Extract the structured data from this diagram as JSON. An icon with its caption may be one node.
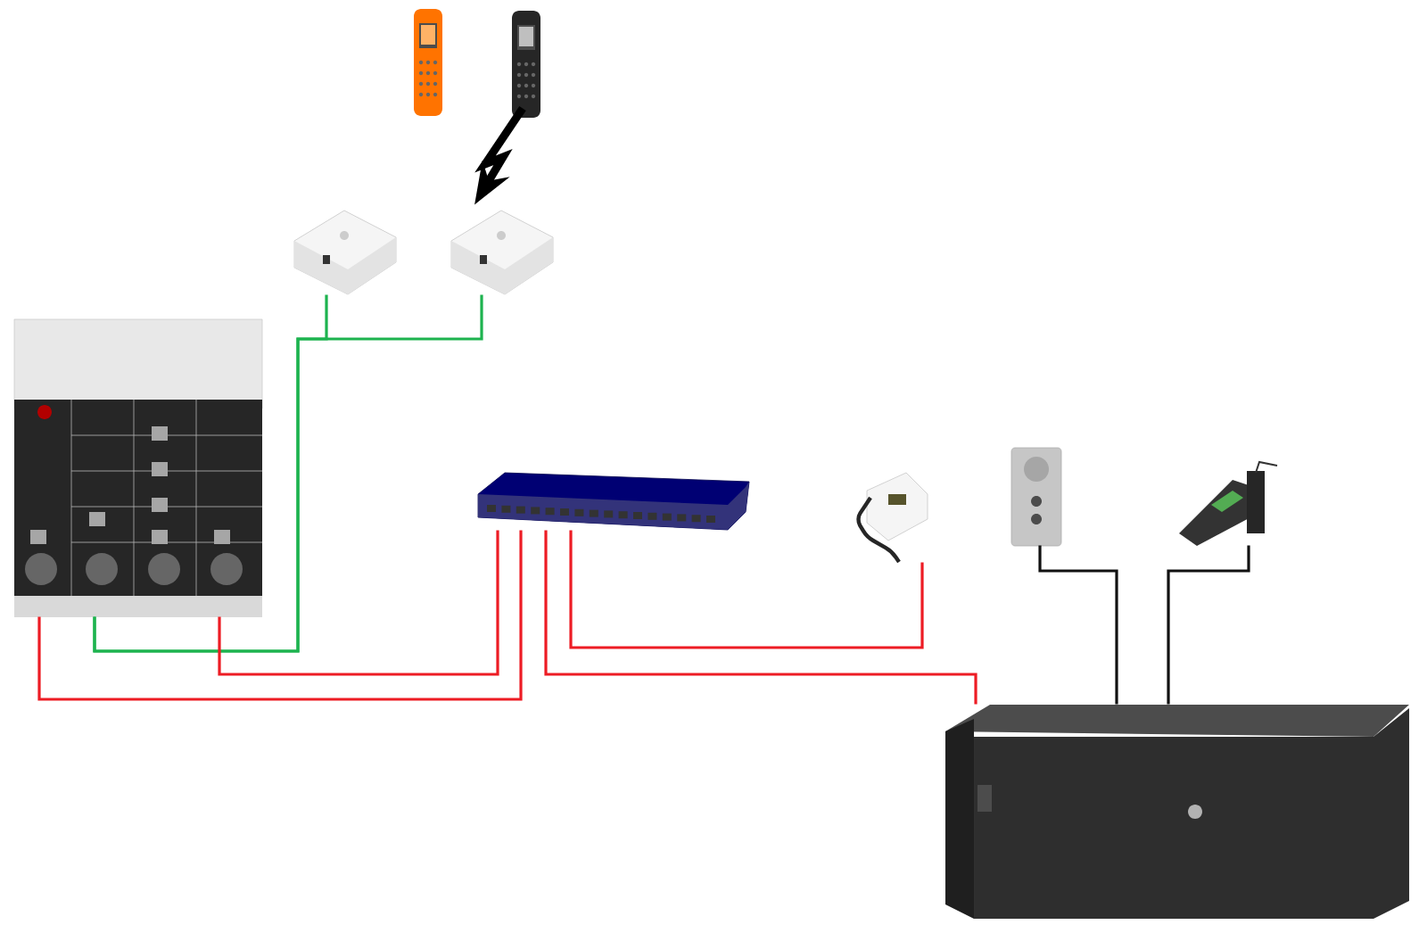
{
  "diagram": {
    "nodes": [
      {
        "text": [],
        "shape": "picture"
      },
      {
        "text": [],
        "shape": "picture"
      },
      {
        "text": [],
        "shape": "picture"
      },
      {
        "text": [],
        "shape": "picture"
      },
      {
        "text": [],
        "shape": "picture"
      },
      {
        "text": [],
        "shape": "picture"
      },
      {
        "text": [],
        "shape": "picture"
      },
      {
        "text": [],
        "shape": "picture"
      },
      {
        "text": [],
        "shape": "picture"
      },
      {
        "text": [],
        "shape": "picture"
      }
    ],
    "edges": [
      {
        "from": 4,
        "to": 2,
        "arrow": "none",
        "color": "#1db34f"
      },
      {
        "from": 4,
        "to": 3,
        "arrow": "none",
        "color": "#1db34f"
      },
      {
        "from": 4,
        "to": 5,
        "arrow": "none"
      },
      {
        "from": 4,
        "to": 5,
        "arrow": "none"
      },
      {
        "from": 5,
        "to": 9,
        "arrow": "none"
      },
      {
        "from": 5,
        "to": 6,
        "arrow": "none"
      },
      {
        "from": 7,
        "to": 9,
        "arrow": "none",
        "color": "#111111"
      },
      {
        "from": 8,
        "to": 9,
        "arrow": "none",
        "color": "#111111"
      },
      {
        "from": 1,
        "to": 3,
        "arrow": "to",
        "color": "#000000",
        "style": "thick"
      }
    ]
  }
}
